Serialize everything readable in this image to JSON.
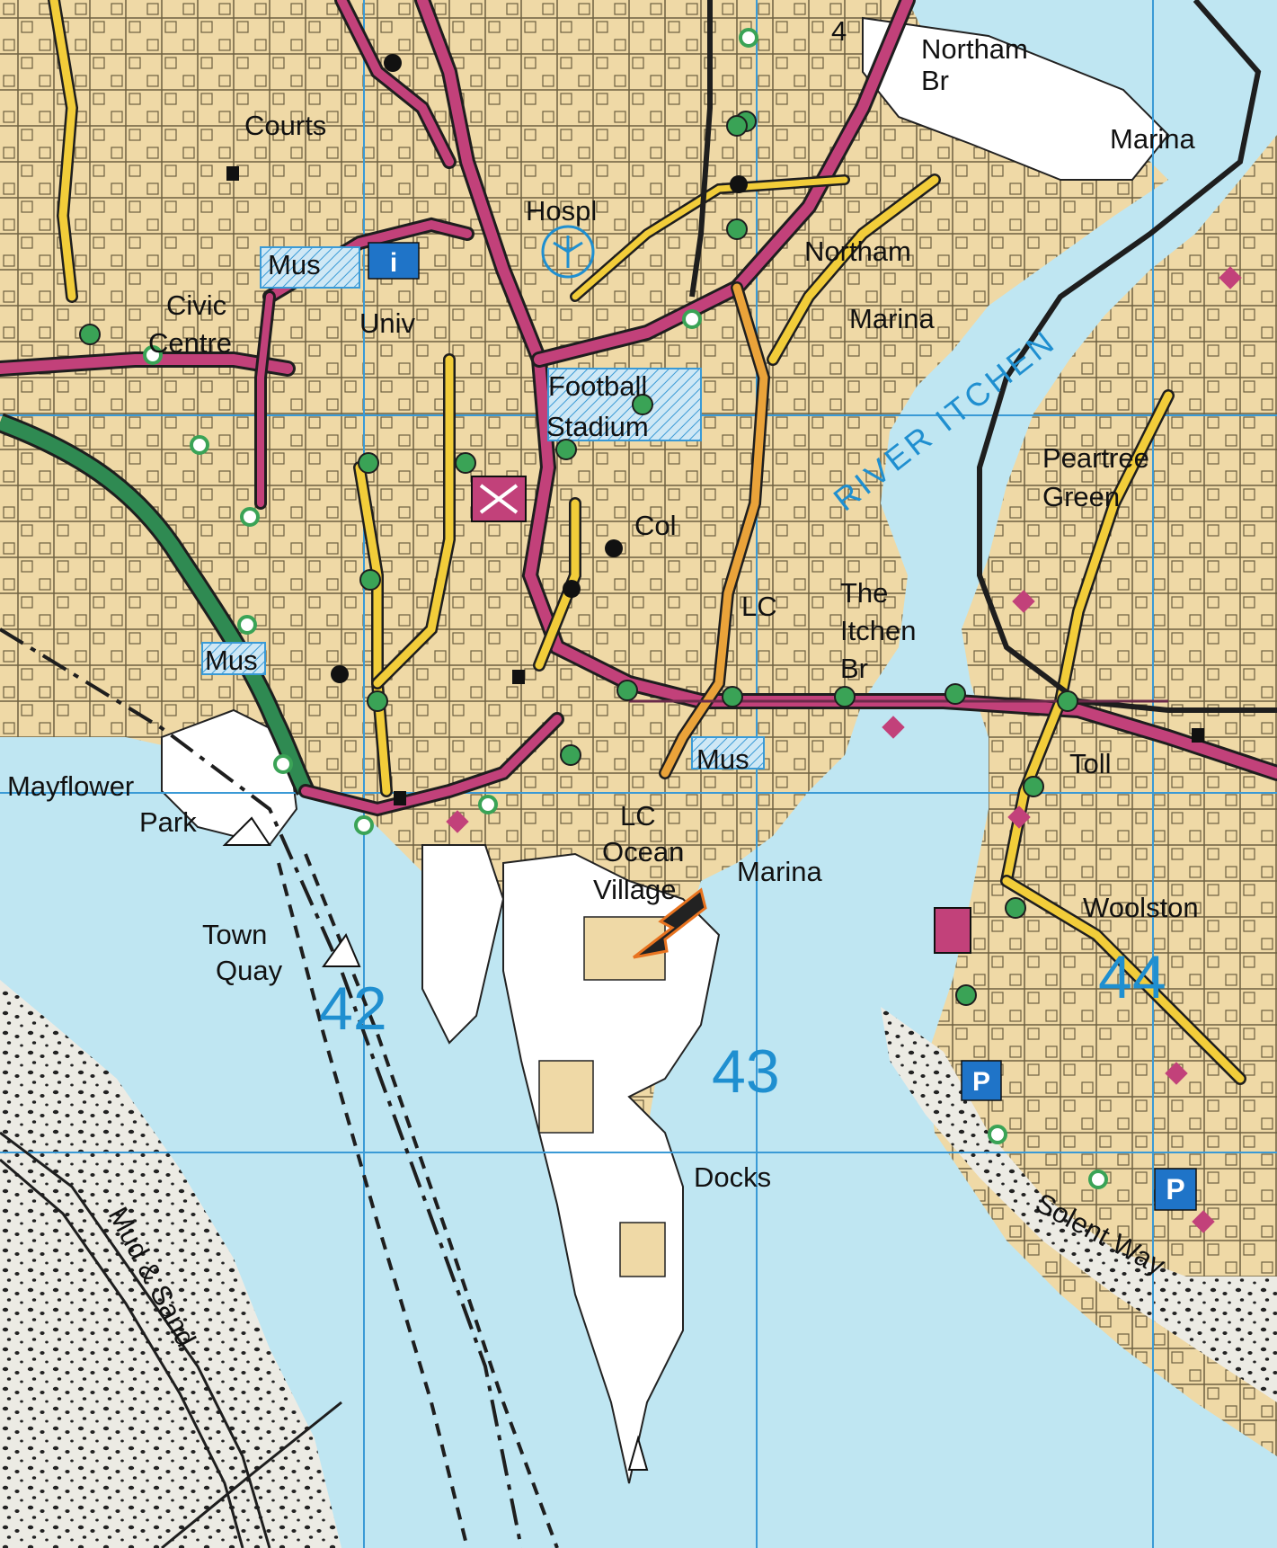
{
  "colors": {
    "land": "#f3e7c0",
    "built": "#efd9a6",
    "water": "#bfe6f2",
    "road_primary": "#c2417a",
    "road_a": "#f2cd3a",
    "road_b": "#eaa33a",
    "road_trunk": "#2f8a52",
    "grid": "#3a9ad6",
    "mud": "#e9e5da",
    "station_green": "#3aa356"
  },
  "labels": {
    "northam_br_1": "Northam",
    "northam_br_2": "Br",
    "marina_ne": "Marina",
    "courts": "Courts",
    "hospl": "Hospl",
    "northam": "Northam",
    "mus_nw": "Mus",
    "univ": "Univ",
    "civic_1": "Civic",
    "civic_2": "Centre",
    "marina_n": "Marina",
    "football_1": "Football",
    "football_2": "Stadium",
    "river_itchen": "RIVER ITCHEN",
    "peartree_1": "Peartree",
    "peartree_2": "Green",
    "col": "Col",
    "itchen_br_1": "The",
    "itchen_br_2": "Itchen",
    "itchen_br_3": "Br",
    "mus_w": "Mus",
    "mus_c": "Mus",
    "toll": "Toll",
    "mayflower_1": "Mayflower",
    "mayflower_2": "Park",
    "ocean_1": "Ocean",
    "ocean_2": "Village",
    "marina_s": "Marina",
    "woolston": "Woolston",
    "town_quay_1": "Town",
    "town_quay_2": "Quay",
    "docks": "Docks",
    "solent_way": "Solent Way",
    "mud_sand": "Mud & Sand",
    "lc_1": "LC",
    "lc_2": "LC",
    "grid_4": "4"
  },
  "grid_numbers": {
    "g42": "42",
    "g43": "43",
    "g44": "44"
  }
}
